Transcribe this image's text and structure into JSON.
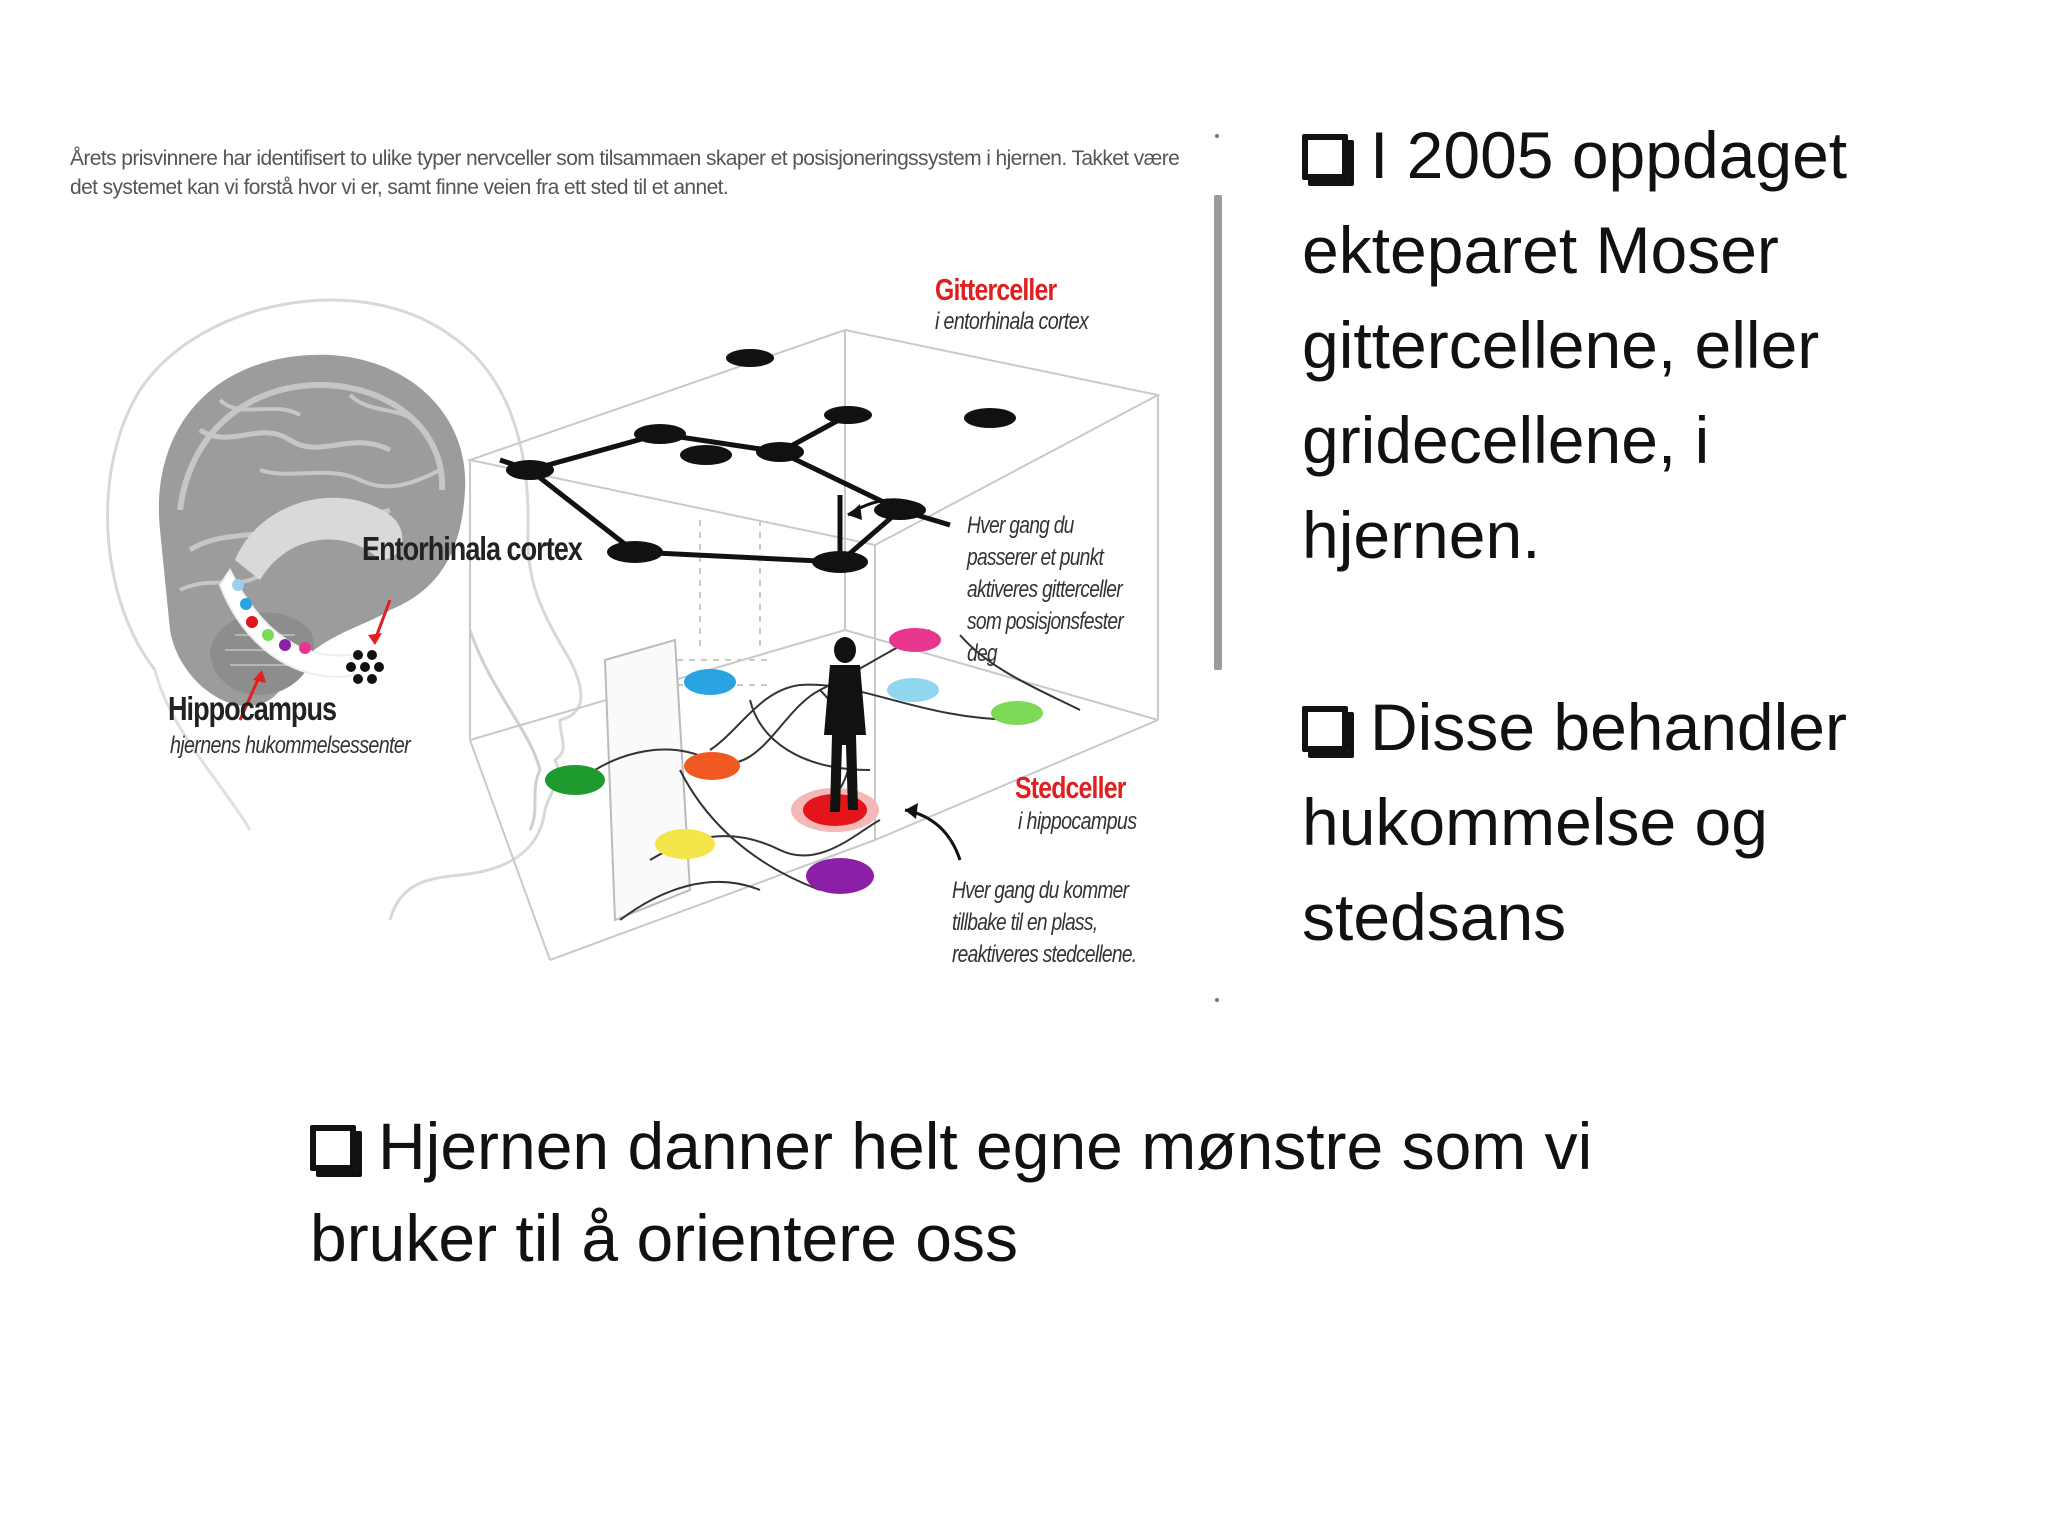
{
  "figure": {
    "intro_text": "Årets prisvinnere har identifisert to ulike typer nervceller som tilsammaen skaper et posisjoneringssystem i hjernen. Takket være det systemet kan vi forstå hvor vi er, samt finne veien fra ett sted til et annet.",
    "labels": {
      "gitterceller_title": "Gitterceller",
      "gitterceller_sub": "i entorhinala cortex",
      "entorhinal": "Entorhinala cortex",
      "hippocampus_title": "Hippocampus",
      "hippocampus_sub": "hjernens hukommelsessenter",
      "stedceller_title": "Stedceller",
      "stedceller_sub": "i hippocampus"
    },
    "notes": {
      "grid_note": [
        "Hver gang du",
        "passerer et punkt",
        "aktiveres gitterceller",
        "som posisjonsfester",
        "deg"
      ],
      "place_note": [
        "Hver gang du kommer",
        "tillbake til en plass,",
        "reaktiveres stedcellene."
      ]
    },
    "colors": {
      "accent_red": "#e02020",
      "place_cells": [
        "#e8368f",
        "#2aa3e0",
        "#8fd6ee",
        "#7ed957",
        "#f05a22",
        "#e4141b",
        "#1f9a2e",
        "#f4e64a",
        "#8b1fa8"
      ]
    }
  },
  "bullets": [
    {
      "lines": [
        "I 2005 oppdaget",
        "ekteparet Moser",
        "gittercellene, eller",
        "gridecellene, i",
        "hjernen."
      ]
    },
    {
      "lines": [
        "Disse behandler",
        "hukommelse og",
        "stedsans"
      ]
    },
    {
      "lines": [
        "Hjernen danner helt egne mønstre som vi",
        "bruker til å orientere oss"
      ]
    }
  ]
}
